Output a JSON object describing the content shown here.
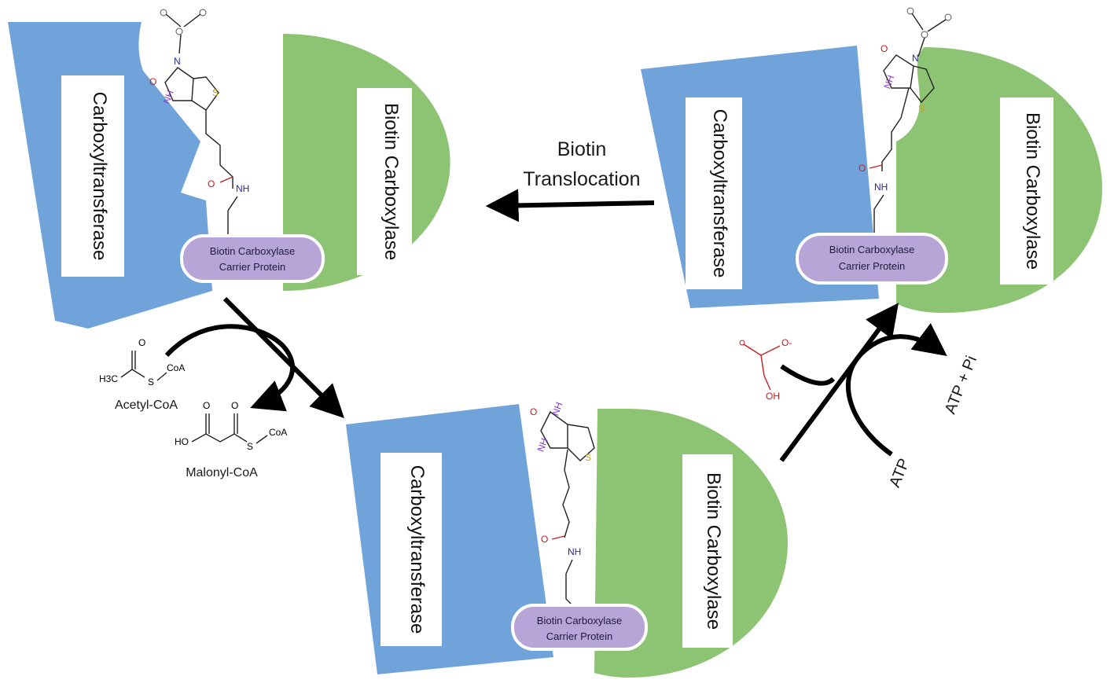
{
  "colors": {
    "carboxyltransferase": "#6fa3d9",
    "biotin_carboxylase": "#8cc473",
    "carrier_protein": "#b7a5d8",
    "carrier_border": "#ffffff",
    "arrow": "#000000"
  },
  "complexes": [
    {
      "carboxyltransferase_label": "Carboxyltransferase",
      "biotin_carboxylase_label": "Biotin Carboxylase",
      "carrier_line1": "Biotin Carboxylase",
      "carrier_line2": "Carrier Protein"
    },
    {
      "carboxyltransferase_label": "Carboxyltransferase",
      "biotin_carboxylase_label": "Biotin Carboxylase",
      "carrier_line1": "Biotin Carboxylase",
      "carrier_line2": "Carrier Protein"
    },
    {
      "carboxyltransferase_label": "Carboxyltransferase",
      "biotin_carboxylase_label": "Biotin Carboxylase",
      "carrier_line1": "Biotin Carboxylase",
      "carrier_line2": "Carrier Protein"
    }
  ],
  "steps": {
    "translocation_line1": "Biotin",
    "translocation_line2": "Translocation",
    "acetyl_coa": "Acetyl-CoA",
    "malonyl_coa": "Malonyl-CoA",
    "atp": "ATP",
    "atp_pi": "ATP + Pi"
  },
  "atoms": {
    "n": "N",
    "nh": "NH",
    "o": "O",
    "s": "S",
    "coa": "CoA",
    "h3c": "H3C",
    "ho": "HO",
    "oh": "OH",
    "o_minus": "O-"
  }
}
